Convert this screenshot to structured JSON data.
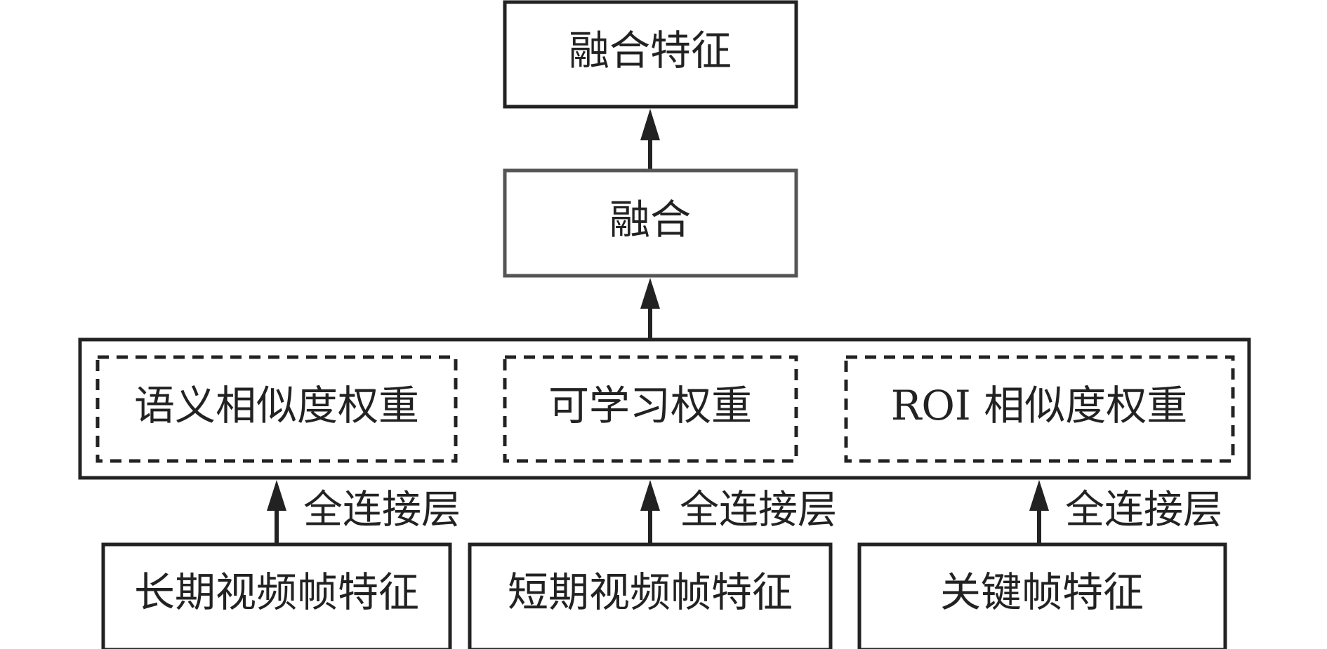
{
  "diagram": {
    "top": {
      "label": "融合特征"
    },
    "fusion": {
      "label": "融合"
    },
    "weights": {
      "semantic": {
        "label": "语义相似度权重"
      },
      "learnable": {
        "label": "可学习权重"
      },
      "roi": {
        "label": "ROI 相似度权重"
      }
    },
    "inputs": {
      "long_term": {
        "label": "长期视频帧特征"
      },
      "short_term": {
        "label": "短期视频帧特征"
      },
      "keyframe": {
        "label": "关键帧特征"
      }
    },
    "edges": {
      "fc_left": "全连接层",
      "fc_middle": "全连接层",
      "fc_right": "全连接层"
    },
    "colors": {
      "stroke": "#222222",
      "fusion_stroke": "#555555",
      "text": "#222222"
    }
  }
}
